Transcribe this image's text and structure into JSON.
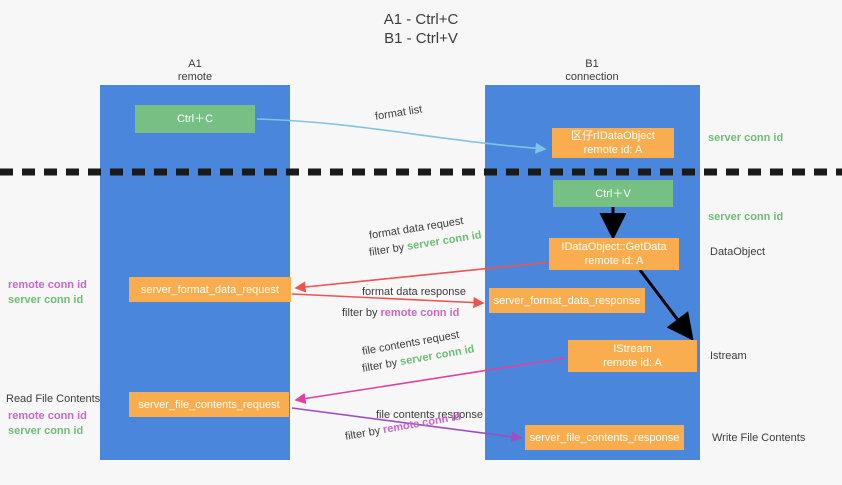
{
  "title": {
    "line1": "A1 - Ctrl+C",
    "line2": "B1 - Ctrl+V"
  },
  "columns": [
    {
      "name": "A1",
      "sub": "remote"
    },
    {
      "name": "B1",
      "sub": "connection"
    }
  ],
  "boxes": {
    "ctrl_c": "Ctrl＋C",
    "ctrl_v": "Ctrl＋V",
    "idataobject_title": "区仔rIDataObject",
    "idataobject_sub": "remote id: A",
    "getdata_title": "IDataObject::GetData",
    "getdata_sub": "remote id: A",
    "istream_title": "IStream",
    "istream_sub": "remote id: A",
    "server_format_data_request": "server_format_data_request",
    "server_format_data_response": "server_format_data_response",
    "server_file_contents_request": "server_file_contents_request",
    "server_file_contents_response": "server_file_contents_response"
  },
  "edge_labels": {
    "format_list": "format list",
    "format_data_request": "format data request",
    "format_data_response": "format data response",
    "file_contents_request": "file contents request",
    "file_contents_response": "file contents response",
    "filter_by": "filter by ",
    "server_conn_id": "server conn id",
    "remote_conn_id": "remote conn id"
  },
  "right_labels": {
    "server_conn_id_top": "server conn id",
    "server_conn_id_mid": "server conn id",
    "dataobject": "DataObject",
    "istream": "Istream",
    "write_file_contents": "Write File Contents"
  },
  "left_labels": {
    "remote_conn_id_1": "remote conn id",
    "server_conn_id_1": "server conn id",
    "read_file_contents": "Read File Contents",
    "remote_conn_id_2": "remote conn id",
    "server_conn_id_2": "server conn id"
  },
  "colors": {
    "lane": "#4a86db",
    "box_orange": "#f9ad4e",
    "box_green": "#76c083",
    "green_text": "#6cbf73",
    "purple_text": "#cc66cc",
    "arrow_blue": "#7fc4e8",
    "arrow_red": "#ef5350",
    "arrow_magenta": "#e040a0",
    "arrow_purple": "#9c4fc4",
    "arrow_black": "#000000",
    "background": "#f7f7f7"
  }
}
